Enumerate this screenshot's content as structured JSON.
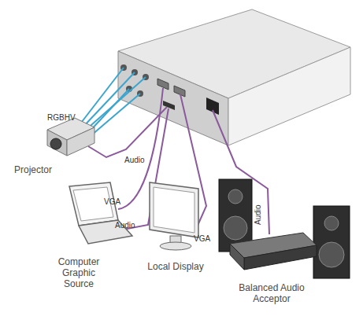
{
  "diagram": {
    "nodes": [
      {
        "text": [
          "Projector"
        ]
      },
      {
        "text": [
          "Computer Graphic Source"
        ]
      },
      {
        "text": [
          "Local Display"
        ]
      },
      {
        "text": [
          "Balanced Audio Acceptor"
        ]
      }
    ],
    "labels": [
      "RGBHV",
      "Audio",
      "VGA",
      "Audio",
      "VGA",
      "Audio"
    ]
  }
}
